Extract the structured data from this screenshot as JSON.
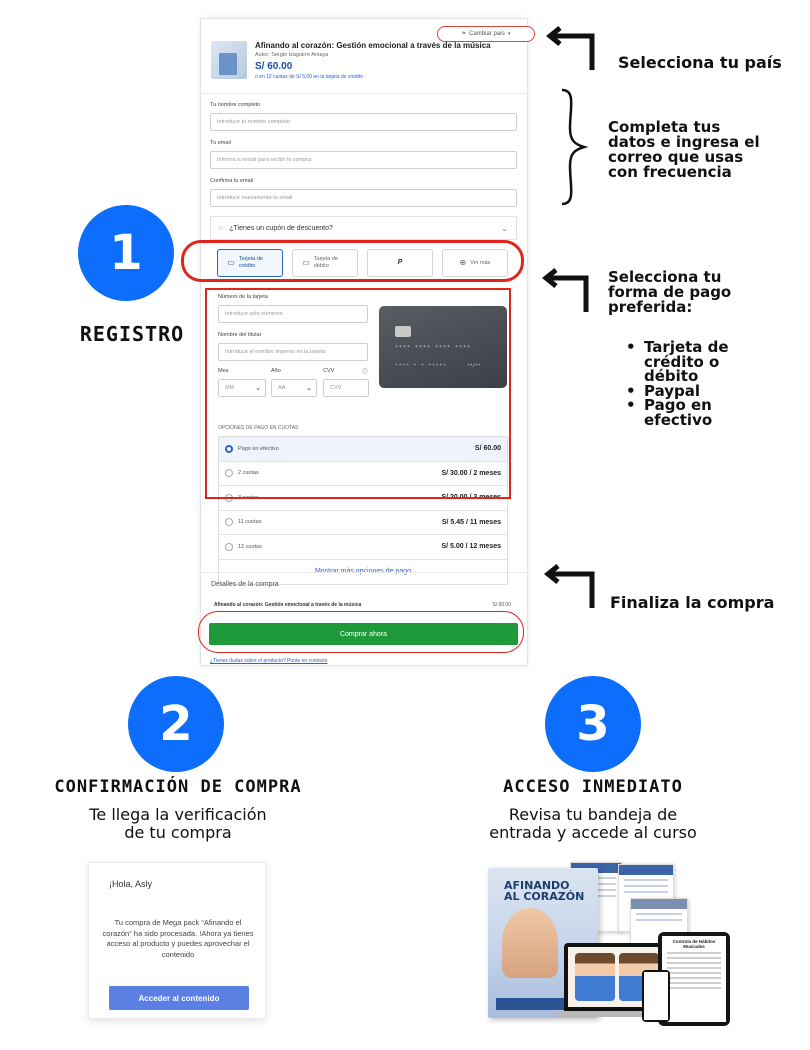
{
  "checkout": {
    "country_button": "Cambiar país",
    "product": {
      "title": "Afinando al corazón: Gestión emocional a través de la música",
      "author": "Autor: Sergio Izaguirre Amaya",
      "price": "S/ 60.00",
      "installments": "o en 12 cuotas de S/ 5.00 en la tarjeta de crédito"
    },
    "fields": {
      "name_label": "Tu nombre completo",
      "name_placeholder": "Introduce tu nombre completo",
      "email_label": "Tu email",
      "email_placeholder": "Informa tu email para recibir la compra",
      "confirm_label": "Confirma tu email",
      "confirm_placeholder": "Introduce nuevamente tu email"
    },
    "coupon": "¿Tienes un cupón de descuento?",
    "payment_methods": [
      {
        "label": "Tarjeta de crédito",
        "icon": "credit-card-icon",
        "active": true
      },
      {
        "label": "Tarjeta de débito",
        "icon": "debit-card-icon",
        "active": false
      },
      {
        "label": "PayPal",
        "icon": "paypal-logo",
        "active": false
      },
      {
        "label": "Ver más",
        "icon": "plus-circle-icon",
        "active": false
      }
    ],
    "card_form": {
      "number_label": "Número de la tarjeta",
      "number_placeholder": "Introduce solo números",
      "holder_label": "Nombre del titular",
      "holder_placeholder": "Introduce el nombre impreso en la tarjeta",
      "month_label": "Mes",
      "month_value": "MM",
      "year_label": "Año",
      "year_value": "AA",
      "cvv_label": "CVV",
      "cvv_placeholder": "CVV",
      "card_number_mask": "**** **** **** ****",
      "card_holder_mask": "**** * * *****",
      "card_exp_mask": "**/**"
    },
    "options_title": "OPCIONES DE PAGO EN CUOTAS",
    "options": [
      {
        "label": "Pago en efectivo",
        "amount": "S/ 60.00",
        "selected": true
      },
      {
        "label": "2 cuotas",
        "amount": "S/ 30.00 / 2 meses",
        "selected": false
      },
      {
        "label": "3 cuotas",
        "amount": "S/ 20.00 / 3 meses",
        "selected": false
      },
      {
        "label": "11 cuotas",
        "amount": "S/ 5.45 / 11 meses",
        "selected": false
      },
      {
        "label": "12 cuotas",
        "amount": "S/ 5.00 / 12 meses",
        "selected": false
      }
    ],
    "more_options": "Mostrar más opciones de pago",
    "details_label": "Detalles de la compra",
    "summary_item": "Afinando al corazón: Gestión emocional a través de la música",
    "summary_price": "S/ 60.00",
    "buy_button": "Comprar ahora",
    "help_link": "¿Tienes dudas sobre el producto? Ponte en contacto"
  },
  "annotations": {
    "country": "Selecciona tu país",
    "data": [
      "Completa tus",
      "datos e ingresa el",
      "correo que usas",
      "con frecuencia"
    ],
    "payment": [
      "Selecciona tu",
      "forma de pago",
      "preferida:"
    ],
    "payment_bullets": [
      [
        "Tarjeta de",
        "crédito o",
        "débito"
      ],
      [
        "Paypal"
      ],
      [
        "Pago en",
        "efectivo"
      ]
    ],
    "finish": "Finaliza la compra"
  },
  "steps": [
    {
      "number": "1",
      "title": "REGISTRO"
    },
    {
      "number": "2",
      "title": "CONFIRMACIÓN DE COMPRA",
      "subtitle": [
        "Te llega la verificación",
        "de tu compra"
      ]
    },
    {
      "number": "3",
      "title": "ACCESO INMEDIATO",
      "subtitle": [
        "Revisa tu bandeja de",
        "entrada y accede al curso"
      ]
    }
  ],
  "email": {
    "greeting": "¡Hola, Asly",
    "message": "Tu compra de Mega pack “Afinando el corazón” ha sido procesada. !Ahora ya tienes acceso al producto y puedes aprovechar el contenido",
    "button": "Acceder al contenido"
  },
  "mockup": {
    "box_title": [
      "AFINANDO",
      "AL CORAZÓN"
    ],
    "tablet_title": "Controla de Hábitos Musicales"
  },
  "colors": {
    "step_blue": "#0d6efd",
    "highlight_red": "#e0251c",
    "buy_green": "#1f9a3a",
    "email_button": "#5b7fe3"
  }
}
